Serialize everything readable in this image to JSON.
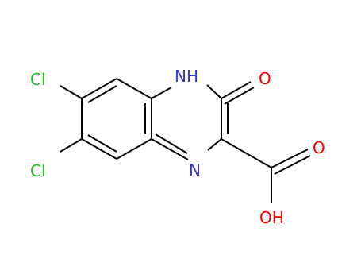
{
  "colors": {
    "bond": "#000000",
    "nitrogen": "#3333cc",
    "oxygen": "#ff0000",
    "chlorine": "#22bb22",
    "background": "#ffffff"
  },
  "atoms": {
    "cl_top": "Cl",
    "cl_bottom": "Cl",
    "nh": "NH",
    "n": "N",
    "o_ketone": "O",
    "o_acid": "O",
    "oh": "OH"
  }
}
